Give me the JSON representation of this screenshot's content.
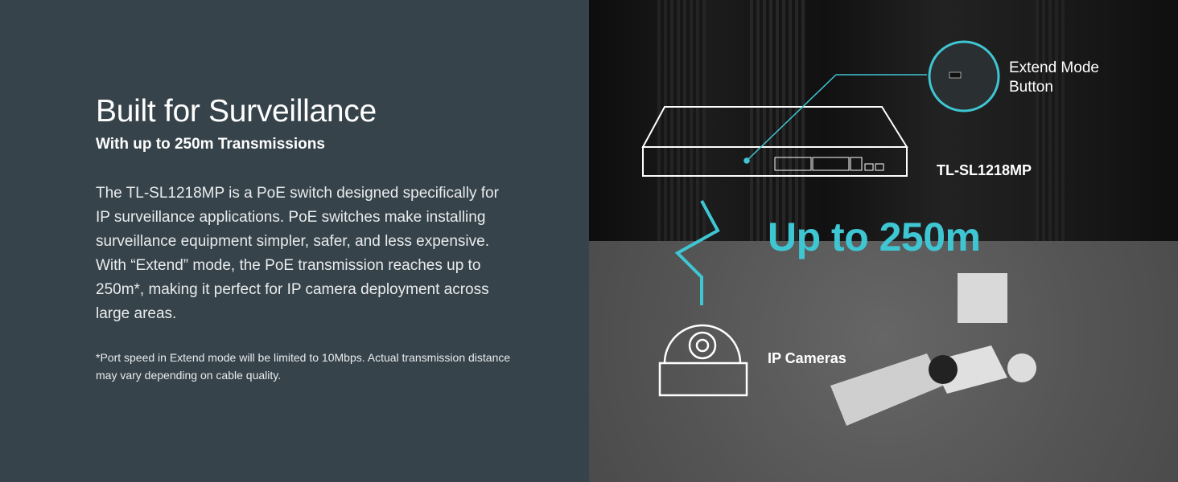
{
  "heading": {
    "title": "Built for Surveillance",
    "subtitle": "With up to 250m Transmissions"
  },
  "body_text": "The TL-SL1218MP is a PoE switch designed specifically for IP surveillance applications. PoE switches make installing surveillance equipment simpler, safer, and less expensive. With “Extend” mode, the PoE transmission reaches up to 250m*, making it perfect for IP camera deployment across large areas.",
  "footnote": "*Port speed in Extend mode will be limited to 10Mbps. Actual transmission distance may vary depending on cable quality.",
  "illustration": {
    "extend_mode_label_line1": "Extend Mode",
    "extend_mode_label_line2": "Button",
    "model_label": "TL-SL1218MP",
    "distance_label": "Up to 250m",
    "cameras_label": "IP Cameras",
    "accent_color": "#3fc6d3"
  }
}
